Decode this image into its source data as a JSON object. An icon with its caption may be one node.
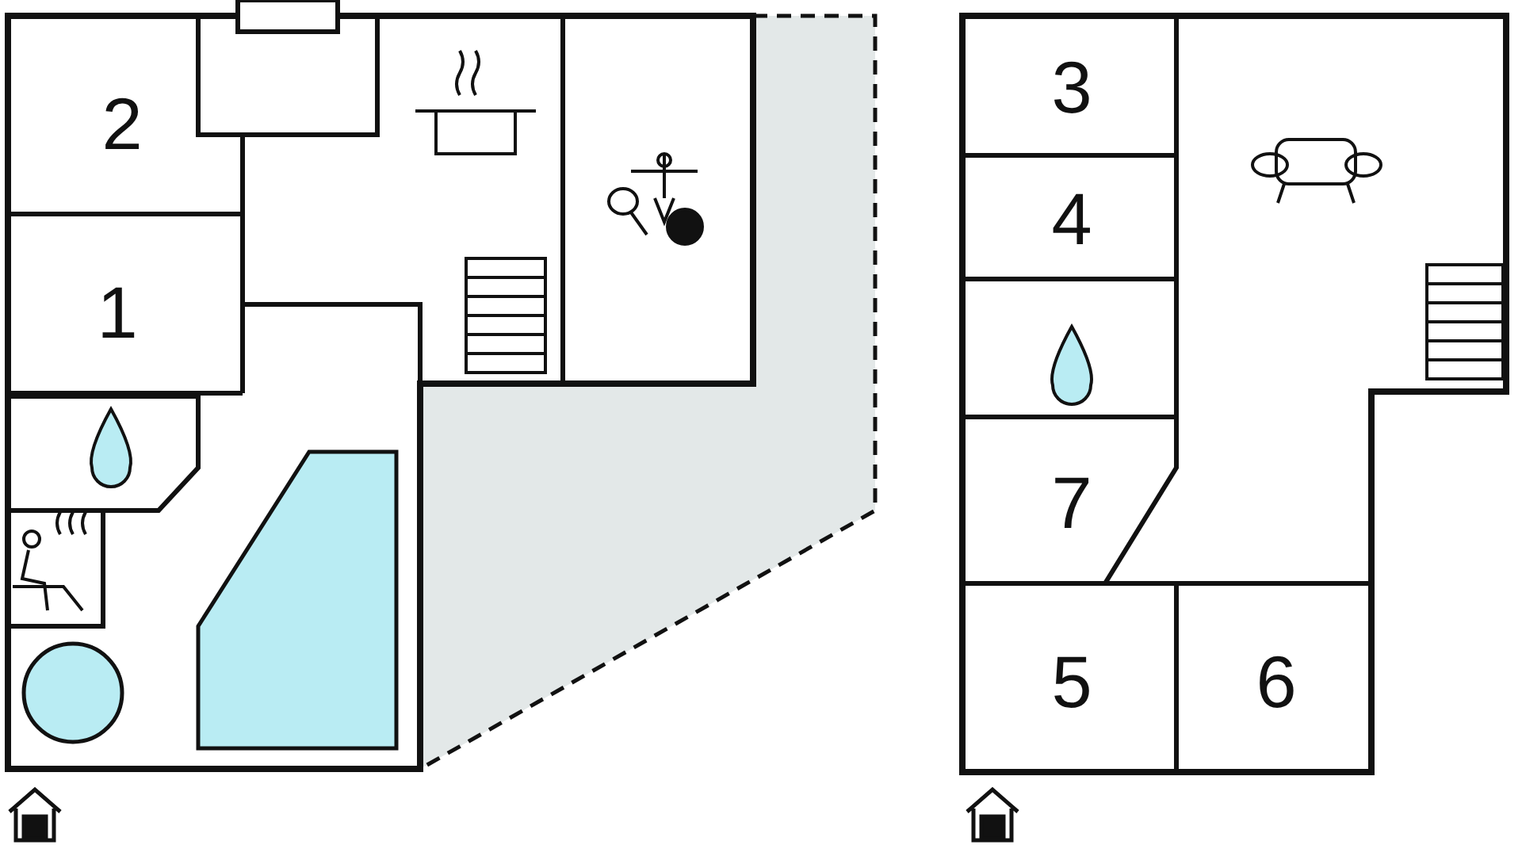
{
  "diagram": {
    "labels": [
      "2",
      "1",
      "3",
      "4",
      "7",
      "5",
      "6"
    ]
  }
}
